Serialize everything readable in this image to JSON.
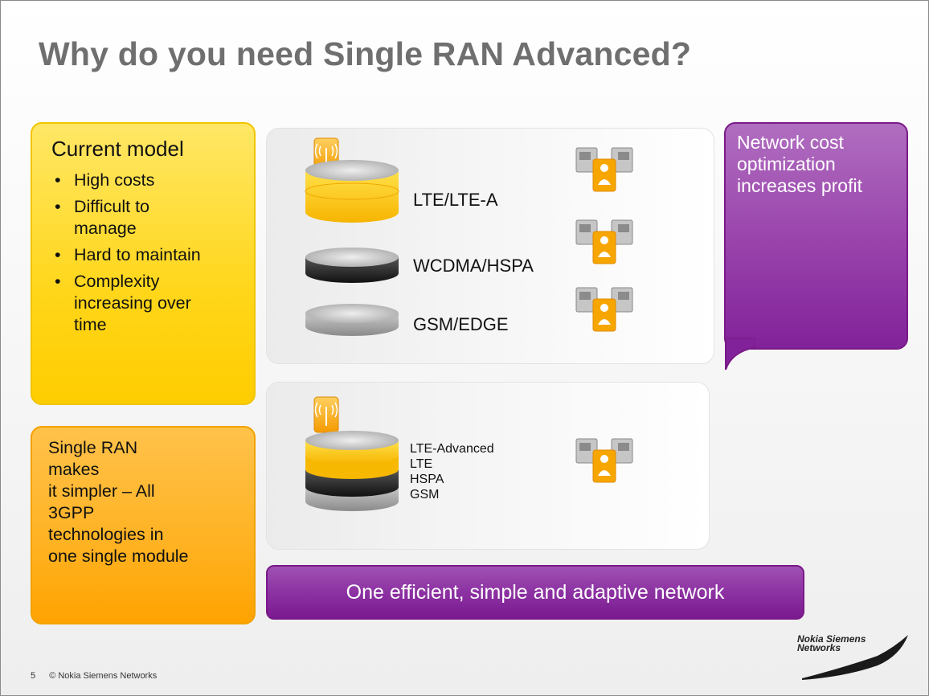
{
  "slide": {
    "title": "Why do you need Single RAN Advanced?",
    "current_model": {
      "heading": "Current model",
      "bullets": [
        "High costs",
        "Difficult to manage",
        "Hard to maintain",
        "Complexity increasing over time"
      ]
    },
    "single_ran": {
      "lines": [
        "Single RAN",
        "makes",
        "it simpler – All",
        "3GPP",
        "technologies in",
        "one single module"
      ]
    },
    "legacy_layers": [
      "LTE/LTE-A",
      "WCDMA/HSPA",
      "GSM/EDGE"
    ],
    "single_ran_layers": [
      "LTE-Advanced",
      "LTE",
      "HSPA",
      "GSM"
    ],
    "callout": "Network cost optimization increases profit",
    "banner": "One efficient, simple and adaptive network",
    "footer": {
      "page": "5",
      "copyright": "© Nokia Siemens Networks"
    },
    "logo_text": [
      "Nokia Siemens",
      "Networks"
    ]
  },
  "colors": {
    "yellow": "#ffd61a",
    "orange": "#ffb222",
    "purple": "#8c32a2",
    "title_gray": "#6f6f6f"
  },
  "icons": {
    "antenna": "antenna-signal-icon",
    "cylinder": "network-layer-cylinder-icon",
    "operator": "operator-workstation-icon"
  }
}
